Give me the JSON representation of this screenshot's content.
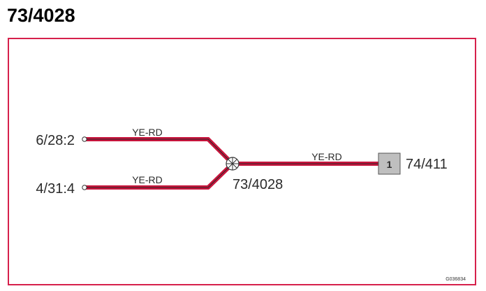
{
  "title": "73/4028",
  "colors": {
    "frame": "#d6204b",
    "wire": "#c8143c",
    "wire_stripe": "#2a2a2a",
    "connector_fill": "#bfbfbf"
  },
  "endpoints": {
    "top_left": "6/28:2",
    "bottom_left": "4/31:4"
  },
  "wires": {
    "upper": "YE-RD",
    "lower": "YE-RD",
    "right": "YE-RD"
  },
  "splice": {
    "label": "73/4028",
    "icon": "splice-icon"
  },
  "connector": {
    "pin": "1",
    "label": "74/411"
  },
  "figure_code": "G036834"
}
